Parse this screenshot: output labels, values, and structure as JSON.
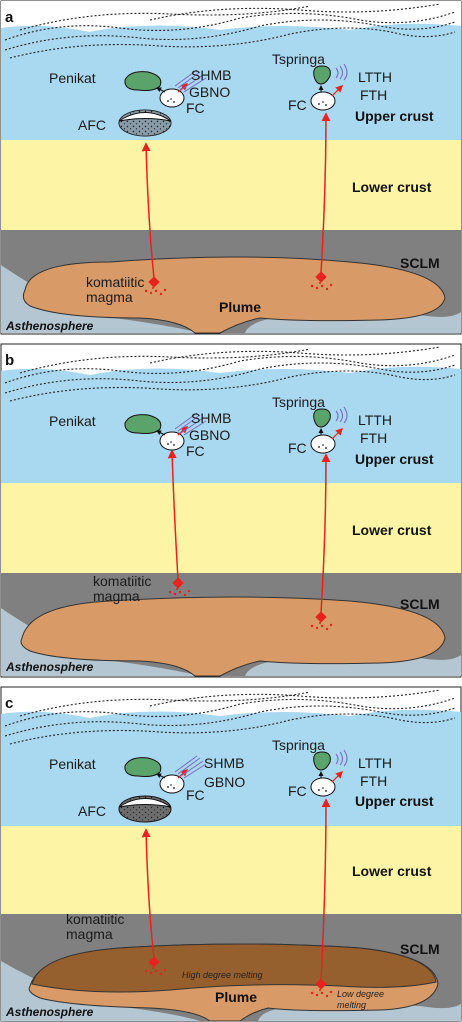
{
  "colors": {
    "upper_crust": "#a9d8f1",
    "lower_crust": "#fdf4a6",
    "sclm": "#808080",
    "asthenosphere": "#b4c6d1",
    "plume": "#d89a66",
    "plume_dark": "#96602e",
    "intrusion_green": "#5aa36a",
    "arrow_red": "#e8221f",
    "fluid_purple": "#7a6bc4"
  },
  "panels": [
    {
      "id": "a",
      "letter": "a",
      "upper_crust": "Upper crust",
      "lower_crust": "Lower crust",
      "sclm": "SCLM",
      "asthenosphere": "Asthenosphere",
      "penikat": "Penikat",
      "shmb": "SHMB",
      "gbno": "GBNO",
      "fc_left": "FC",
      "afc": "AFC",
      "tspringa": "Tspringa",
      "ltth": "LTTH",
      "fth": "FTH",
      "fc_right": "FC",
      "komatiitic_1": "komatiitic",
      "komatiitic_2": "magma",
      "plume": "Plume"
    },
    {
      "id": "b",
      "letter": "b",
      "upper_crust": "Upper crust",
      "lower_crust": "Lower crust",
      "sclm": "SCLM",
      "asthenosphere": "Asthenosphere",
      "penikat": "Penikat",
      "shmb": "SHMB",
      "gbno": "GBNO",
      "fc_left": "FC",
      "tspringa": "Tspringa",
      "ltth": "LTTH",
      "fth": "FTH",
      "fc_right": "FC",
      "komatiitic_1": "komatiitic",
      "komatiitic_2": "magma"
    },
    {
      "id": "c",
      "letter": "c",
      "upper_crust": "Upper crust",
      "lower_crust": "Lower crust",
      "sclm": "SCLM",
      "asthenosphere": "Asthenosphere",
      "penikat": "Penikat",
      "shmb": "SHMB",
      "gbno": "GBNO",
      "fc_left": "FC",
      "afc": "AFC",
      "tspringa": "Tspringa",
      "ltth": "LTTH",
      "fth": "FTH",
      "fc_right": "FC",
      "komatiitic_1": "komatiitic",
      "komatiitic_2": "magma",
      "plume": "Plume",
      "high_degree": "High degree melting",
      "low_degree_1": "Low degree",
      "low_degree_2": "melting"
    }
  ]
}
